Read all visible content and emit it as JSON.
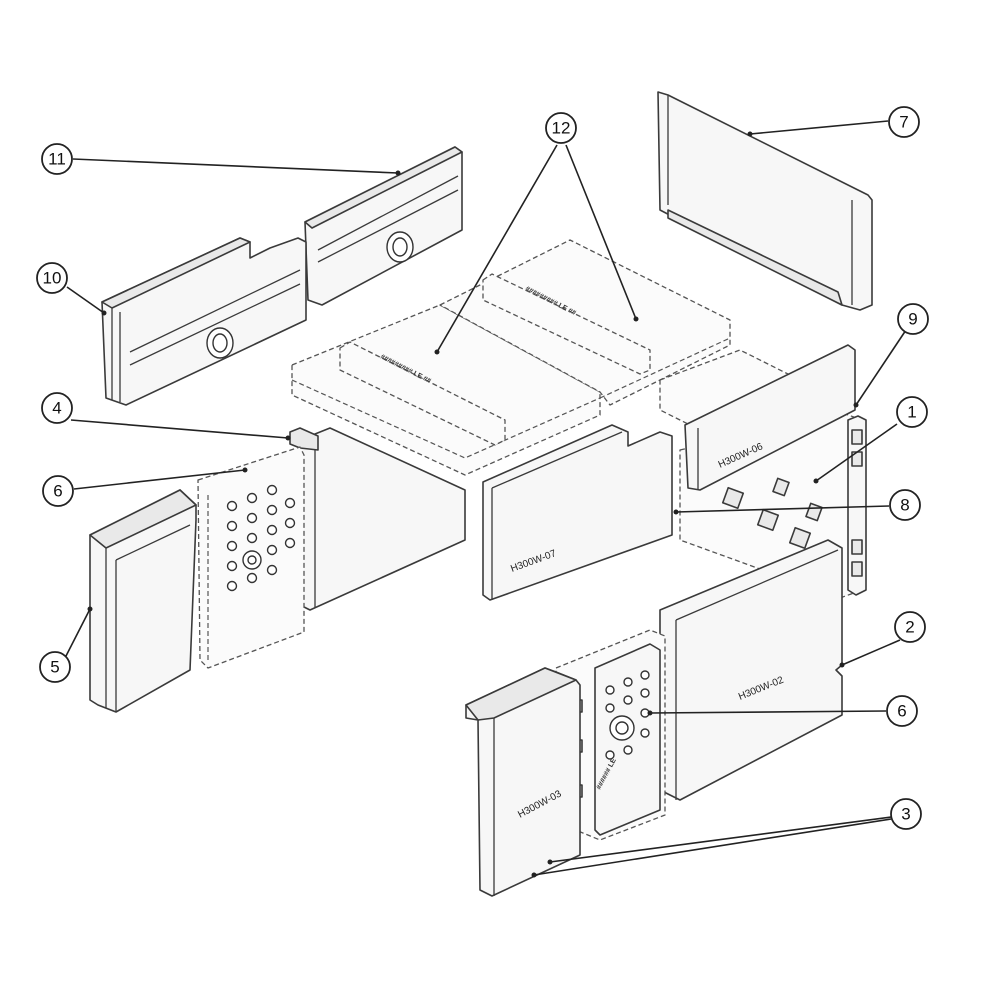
{
  "diagram": {
    "callouts": [
      "1",
      "2",
      "3",
      "4",
      "5",
      "6",
      "6",
      "7",
      "8",
      "9",
      "10",
      "11",
      "12"
    ],
    "brick_labels": {
      "rear_right": "H300W-06",
      "rear_left": "H300W-07",
      "side_right": "H300W-02",
      "side_front": "H300W-03"
    },
    "colors": {
      "line": "#3a3a3a",
      "fill": "#f7f7f7",
      "background": "#ffffff"
    }
  }
}
